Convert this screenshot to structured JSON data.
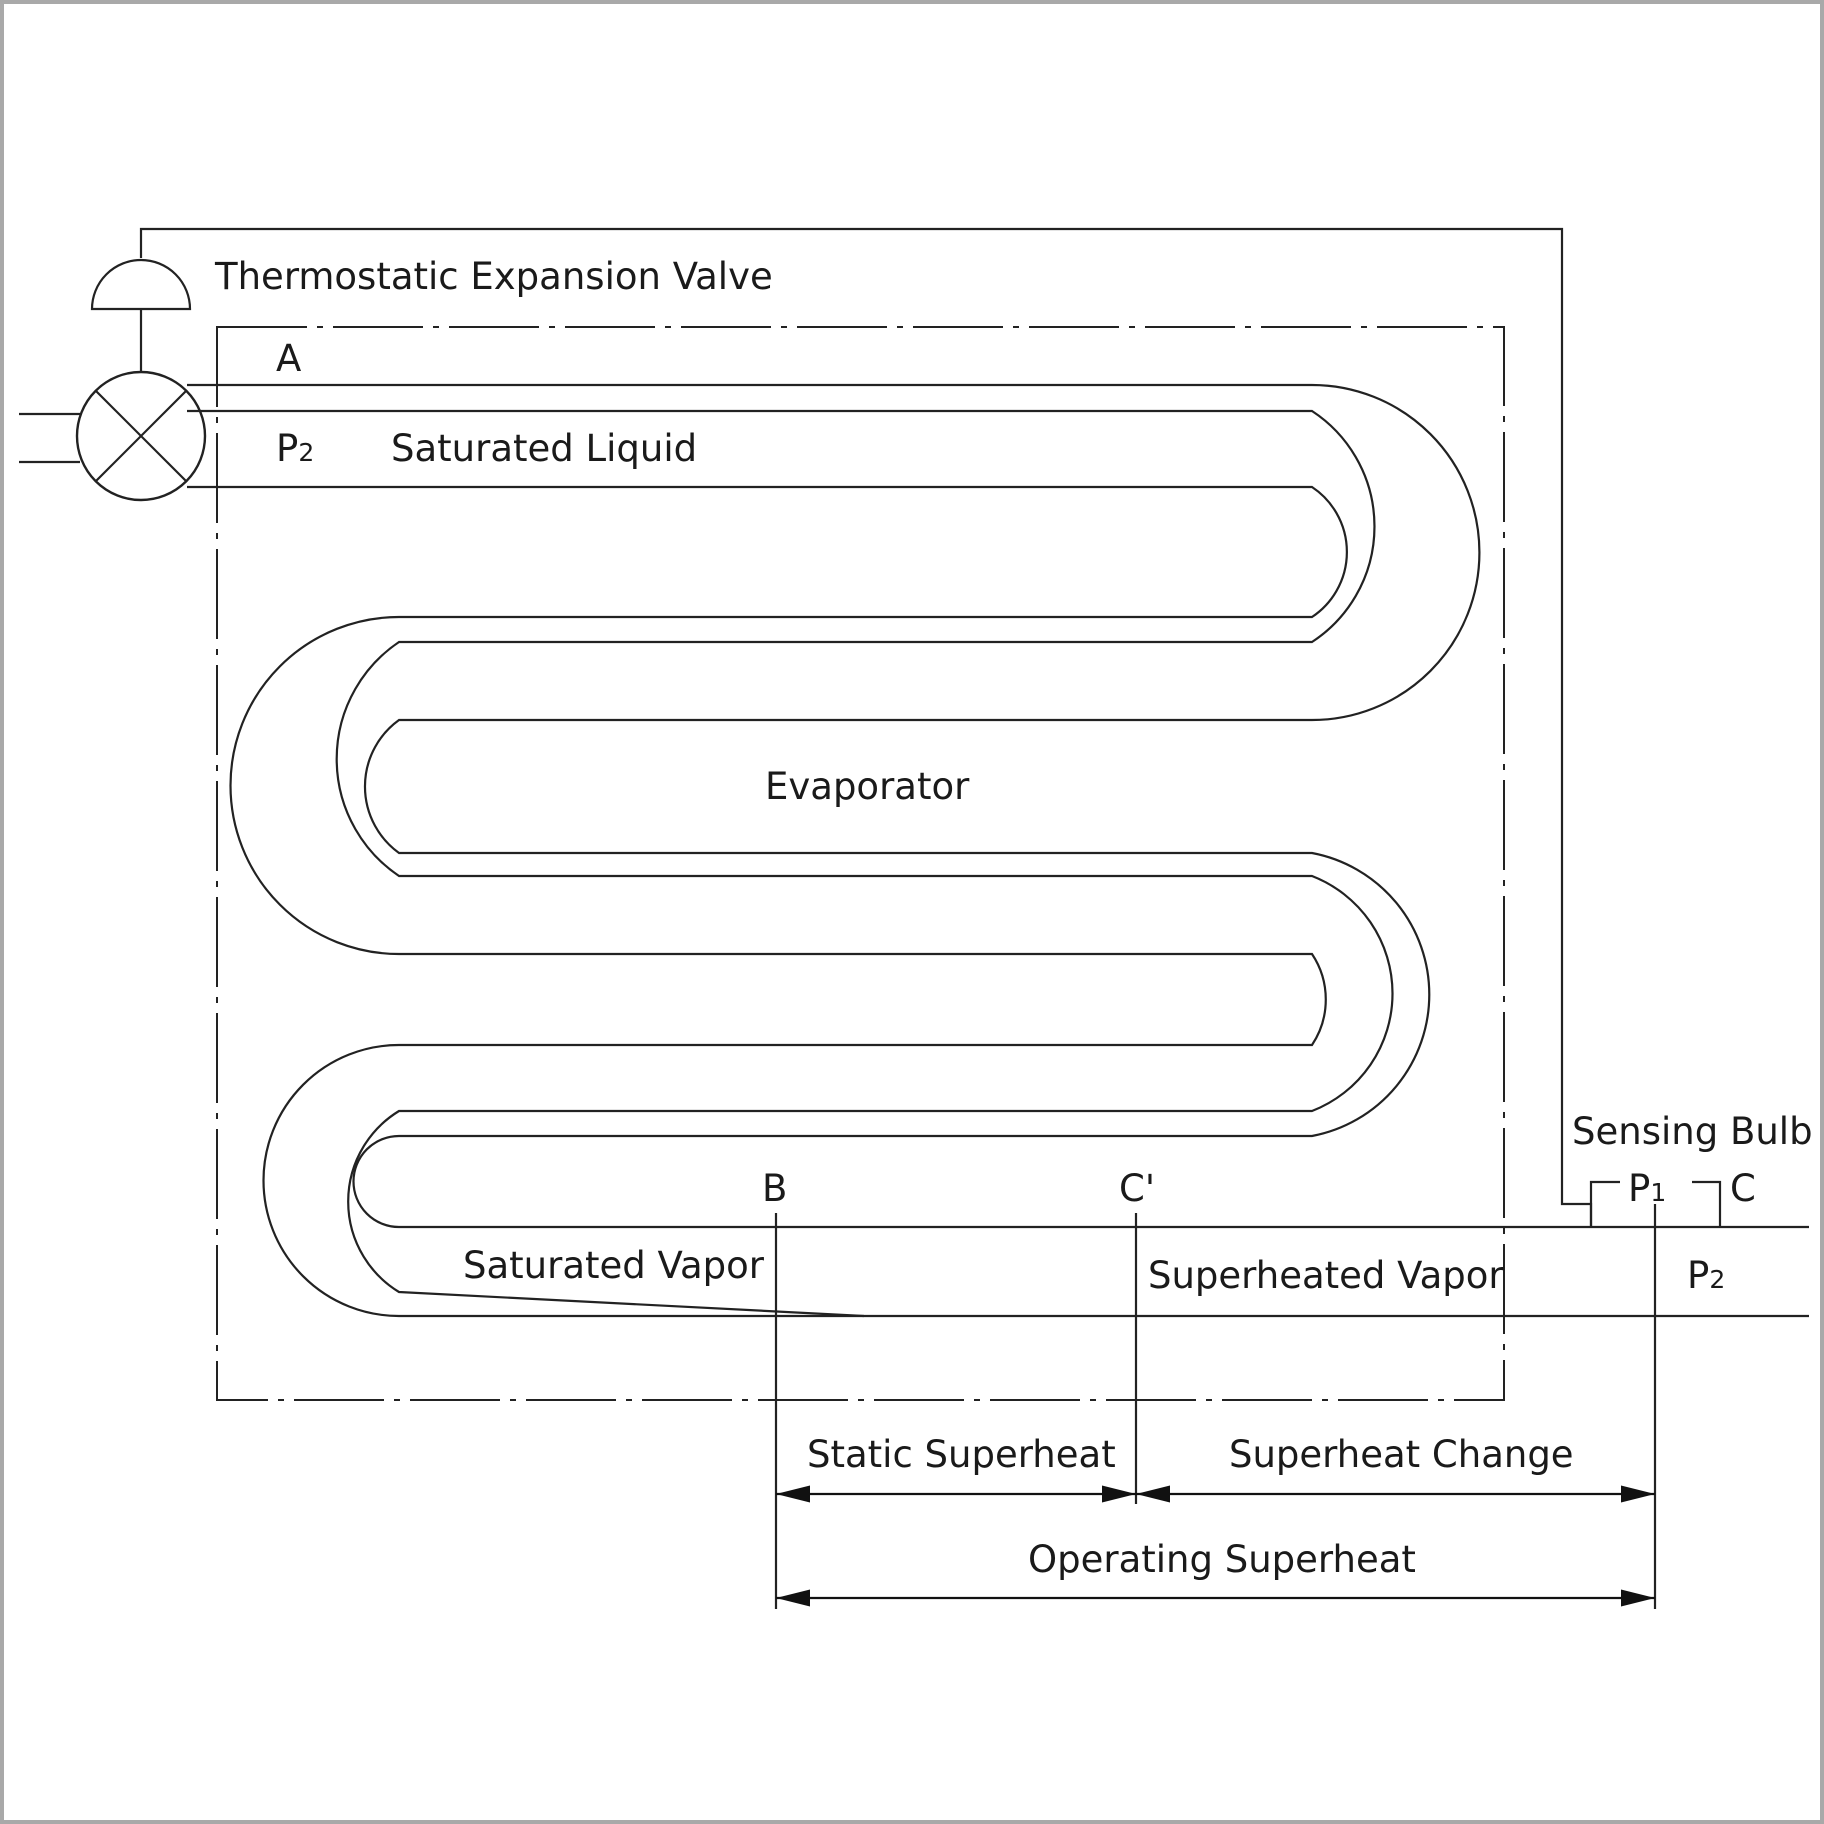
{
  "labels": {
    "valve": "Thermostatic Expansion Valve",
    "point_a": "A",
    "p2_main": "P",
    "p2_main_sub": "2",
    "saturated_liquid": "Saturated Liquid",
    "evaporator": "Evaporator",
    "saturated_vapor": "Saturated Vapor",
    "point_b": "B",
    "point_c_prime": "C'",
    "superheated_vapor": "Superheated Vapor",
    "sensing_bulb": "Sensing Bulb",
    "p1_main": "P",
    "p1_sub": "1",
    "point_c": "C",
    "p2_out": "P",
    "p2_out_sub": "2",
    "static_superheat": "Static Superheat",
    "superheat_change": "Superheat Change",
    "operating_superheat": "Operating Superheat"
  },
  "colors": {
    "line": "#222222",
    "frame_border": "#a9a9a9",
    "background": "#ffffff"
  }
}
